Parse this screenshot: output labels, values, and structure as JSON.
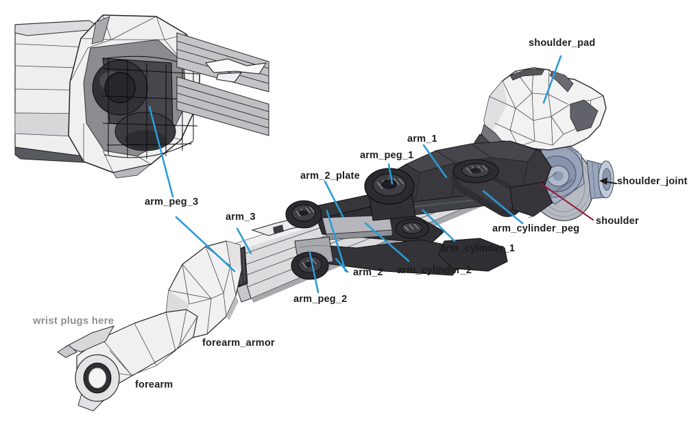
{
  "figure": {
    "kind": "annotated 3D CAD diagram",
    "subject": "robot arm assembly with inset close-up view"
  },
  "colors": {
    "background": "#ffffff",
    "leader_blue": "#2b9cd6",
    "leader_red": "#9b1b32",
    "leader_black": "#1c1c1c",
    "label_text": "#1c1c1c",
    "muted_text": "#8f9094"
  },
  "labels": {
    "shoulder_pad": "shoulder_pad",
    "shoulder_joint": "shoulder_joint",
    "shoulder": "shoulder",
    "arm_1": "arm_1",
    "arm_peg_1": "arm_peg_1",
    "arm_2_plate": "arm_2_plate",
    "arm_cylinder_peg": "arm_cylinder_peg",
    "arm_cylinder_1": "arm_cylinder_1",
    "arm_cylinder_2": "arm_cylinder_2",
    "arm_2": "arm_2",
    "arm_peg_2": "arm_peg_2",
    "arm_3": "arm_3",
    "arm_peg_3": "arm_peg_3",
    "forearm_armor": "forearm_armor",
    "forearm": "forearm",
    "wrist_note": "wrist plugs here"
  }
}
